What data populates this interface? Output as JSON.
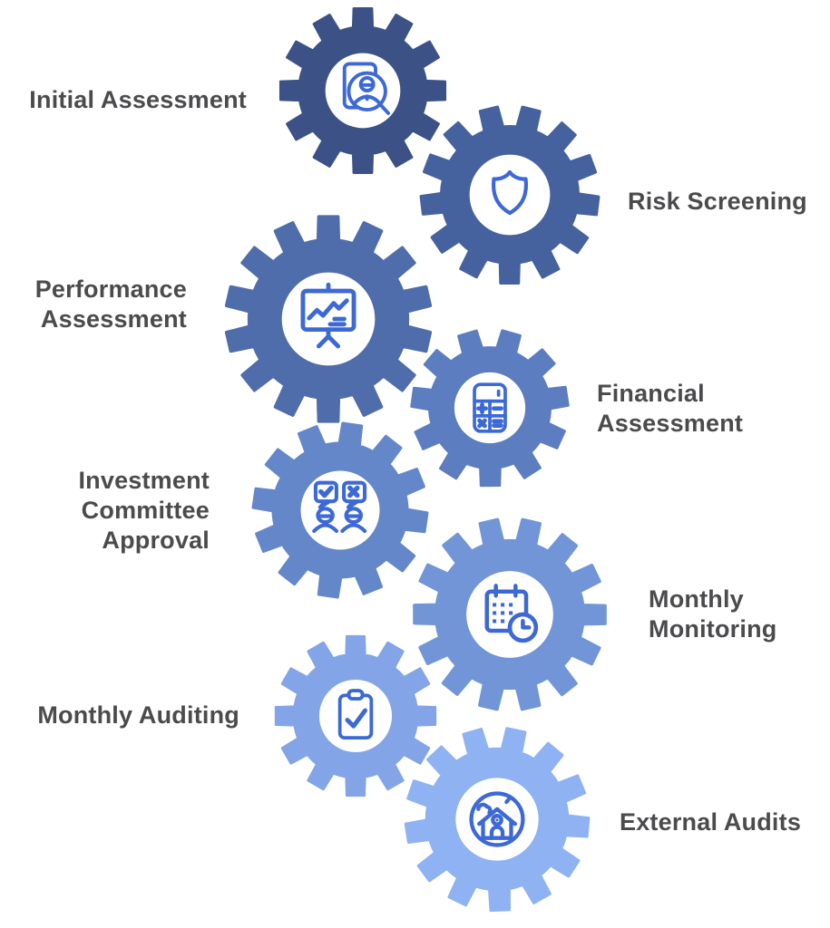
{
  "background": "#ffffff",
  "text_color": "#4b4b4d",
  "icon_stroke": "#3c69d6",
  "gears": [
    {
      "id": "initial-assessment",
      "label": "Initial Assessment",
      "icon": "resume-search-icon",
      "color": "#3c5286"
    },
    {
      "id": "risk-screening",
      "label": "Risk Screening",
      "icon": "shield-icon",
      "color": "#46629e"
    },
    {
      "id": "performance-assessment",
      "label": "Performance\nAssessment",
      "icon": "presentation-chart-icon",
      "color": "#4f6cab"
    },
    {
      "id": "financial-assessment",
      "label": "Financial\nAssessment",
      "icon": "calculator-icon",
      "color": "#5c7dbf"
    },
    {
      "id": "investment-committee-approval",
      "label": "Investment\nCommittee\nApproval",
      "icon": "committee-vote-icon",
      "color": "#6487c9"
    },
    {
      "id": "monthly-monitoring",
      "label": "Monthly\nMonitoring",
      "icon": "calendar-clock-icon",
      "color": "#7195d7"
    },
    {
      "id": "monthly-auditing",
      "label": "Monthly Auditing",
      "icon": "clipboard-check-icon",
      "color": "#83a5e7"
    },
    {
      "id": "external-audits",
      "label": "External Audits",
      "icon": "globe-home-icon",
      "color": "#8fb2f3"
    }
  ]
}
